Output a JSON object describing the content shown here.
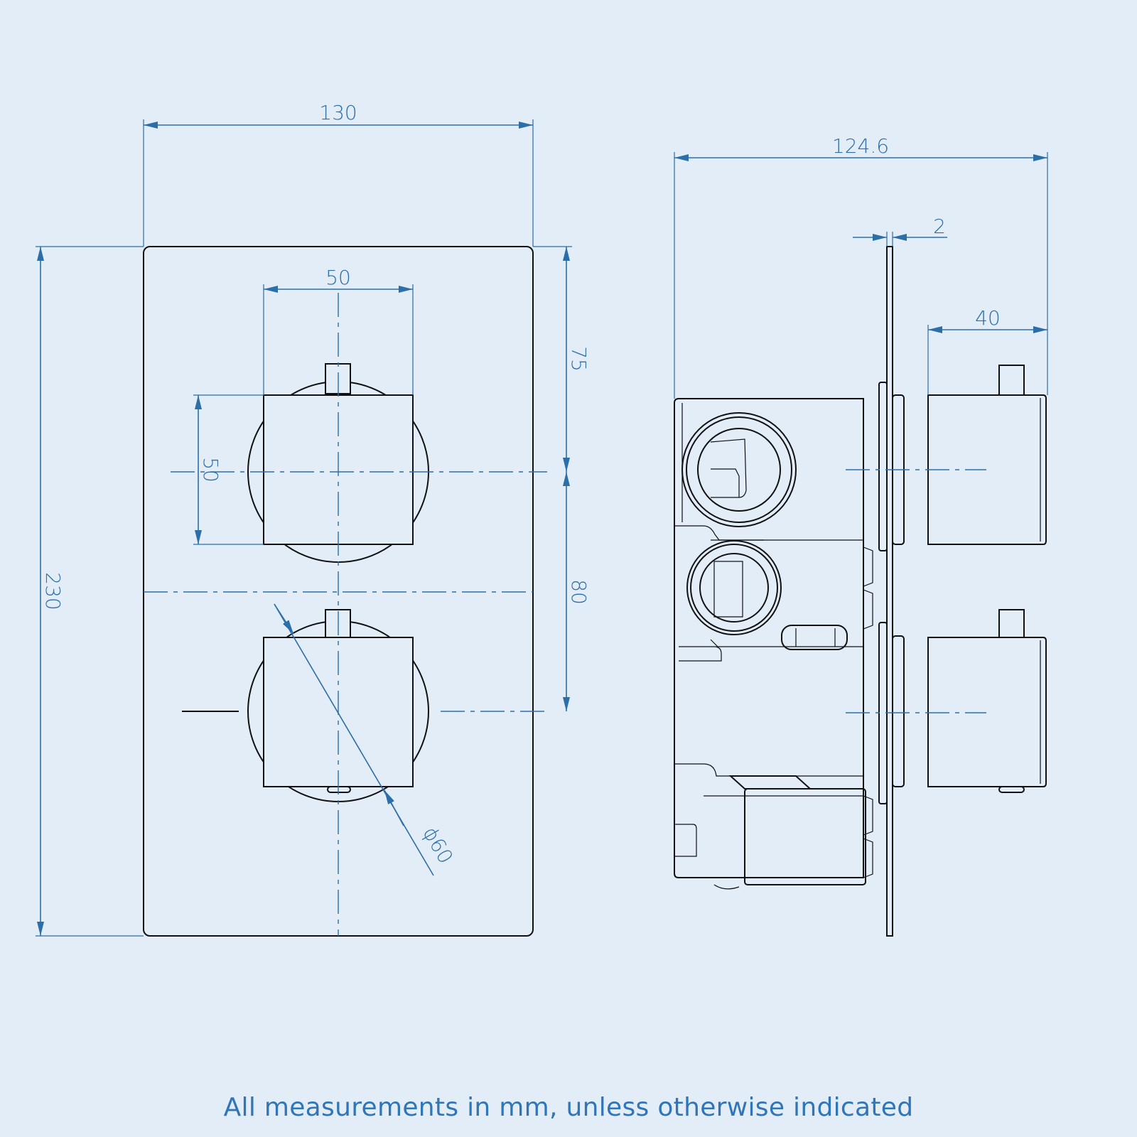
{
  "dimensions": {
    "front_width": "130",
    "front_height": "230",
    "handle_width": "50",
    "handle_height": "50",
    "top_to_center": "75",
    "center_spacing": "80",
    "rose_diameter": "ϕ60",
    "side_depth": "124.6",
    "plate_thickness": "2",
    "handle_depth": "40"
  },
  "caption": "All measurements in mm, unless otherwise indicated",
  "colors": {
    "background": "#e3edf8",
    "dimension": "#2c6ea8",
    "outline": "#111111",
    "caption": "#2f75b8"
  }
}
